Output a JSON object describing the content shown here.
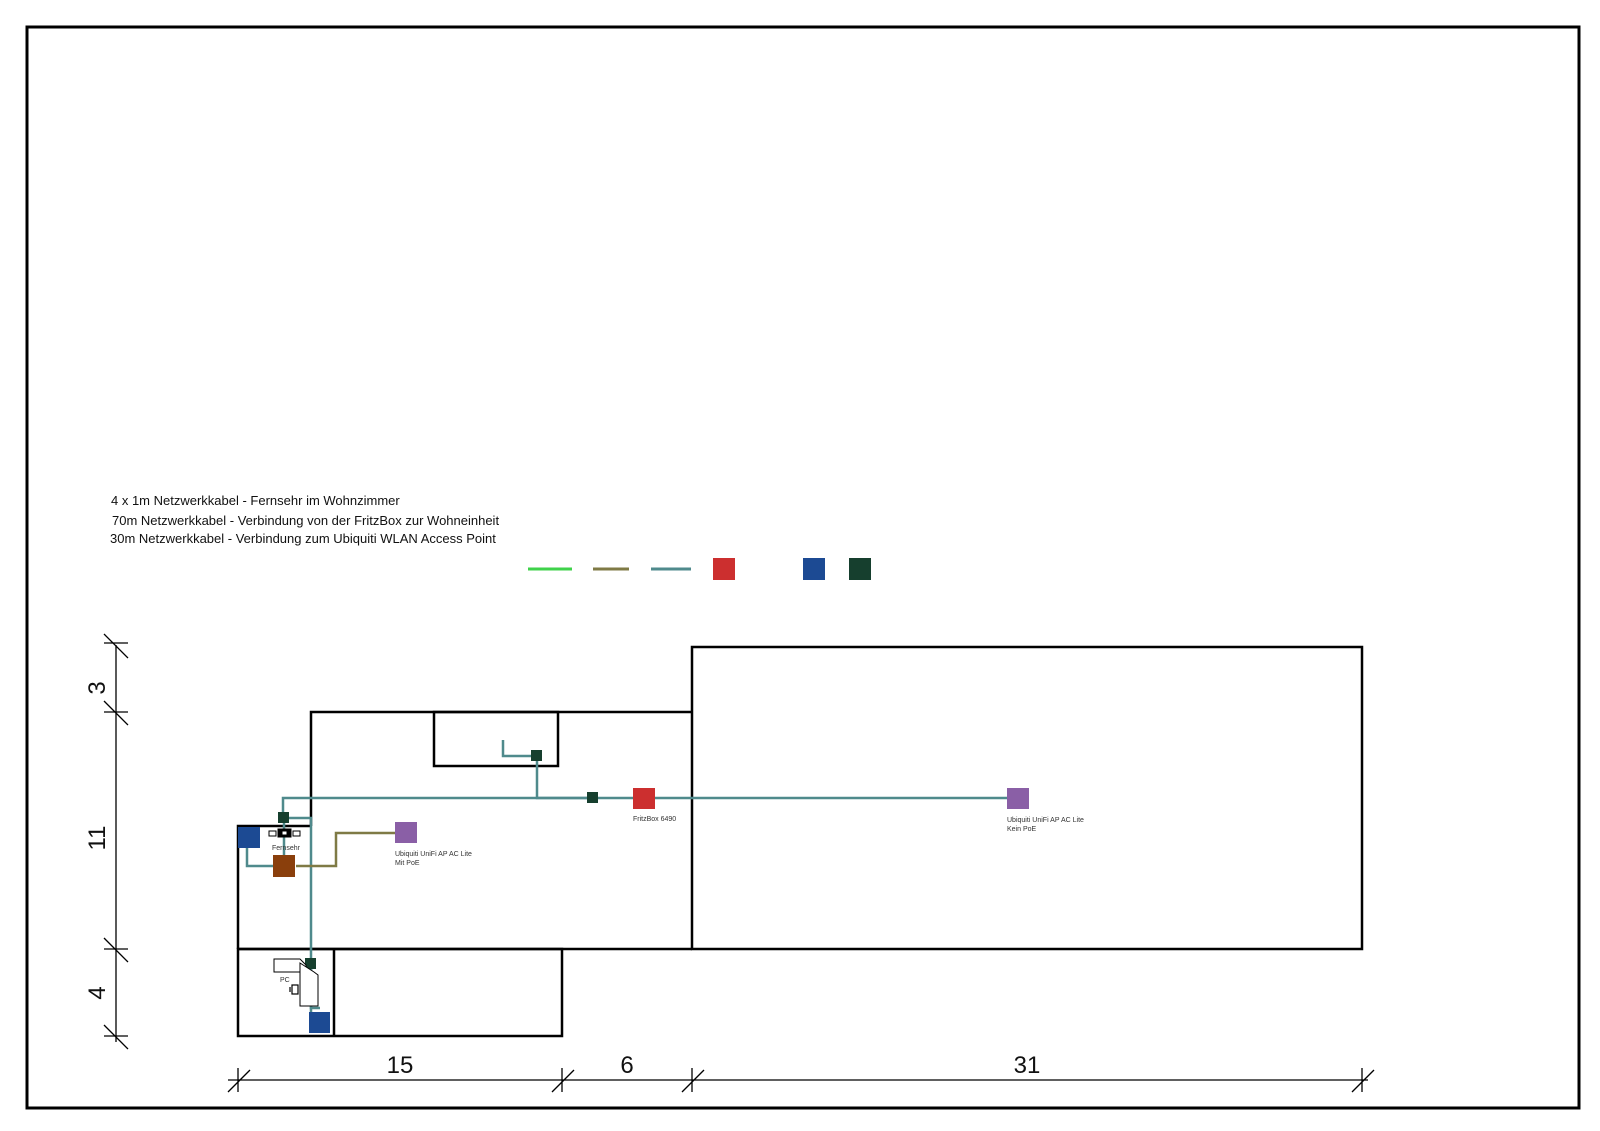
{
  "legend": {
    "lines": [
      "4 x 1m Netzwerkkabel - Fernsehr im Wohnzimmer",
      "70m Netzwerkkabel - Verbindung von der FritzBox zur Wohneinheit",
      "30m Netzwerkkabel - Verbindung zum Ubiquiti WLAN Access Point"
    ],
    "swatches": [
      {
        "kind": "line",
        "color": "#3fd24a"
      },
      {
        "kind": "line",
        "color": "#7f7a45"
      },
      {
        "kind": "line",
        "color": "#4f8a8c"
      },
      {
        "kind": "square",
        "color": "#cc2f2f"
      },
      {
        "kind": "square",
        "color": "#1c4a93"
      },
      {
        "kind": "square",
        "color": "#163f2e"
      }
    ]
  },
  "colors": {
    "wall": "#000000",
    "cable_teal": "#4f8a8c",
    "cable_olive": "#7f7a45",
    "fritzbox": "#cc2f2f",
    "access_point": "#8a5fa6",
    "socket_blue": "#1c4a93",
    "junction_green": "#163f2e",
    "tv_box": "#8a3f0c"
  },
  "devices": {
    "fritzbox": {
      "label": "FritzBox 6490"
    },
    "ap_poe": {
      "label_line1": "Ubiquiti UniFi AP AC Lite",
      "label_line2": "Mit PoE"
    },
    "ap_nopoe": {
      "label_line1": "Ubiquiti UniFi AP AC Lite",
      "label_line2": "Kein PoE"
    },
    "tv": {
      "label": "Fernsehr"
    },
    "pc": {
      "label": "PC"
    }
  },
  "dimensions": {
    "vertical": [
      "3",
      "11",
      "4"
    ],
    "horizontal": [
      "15",
      "6",
      "31"
    ]
  }
}
